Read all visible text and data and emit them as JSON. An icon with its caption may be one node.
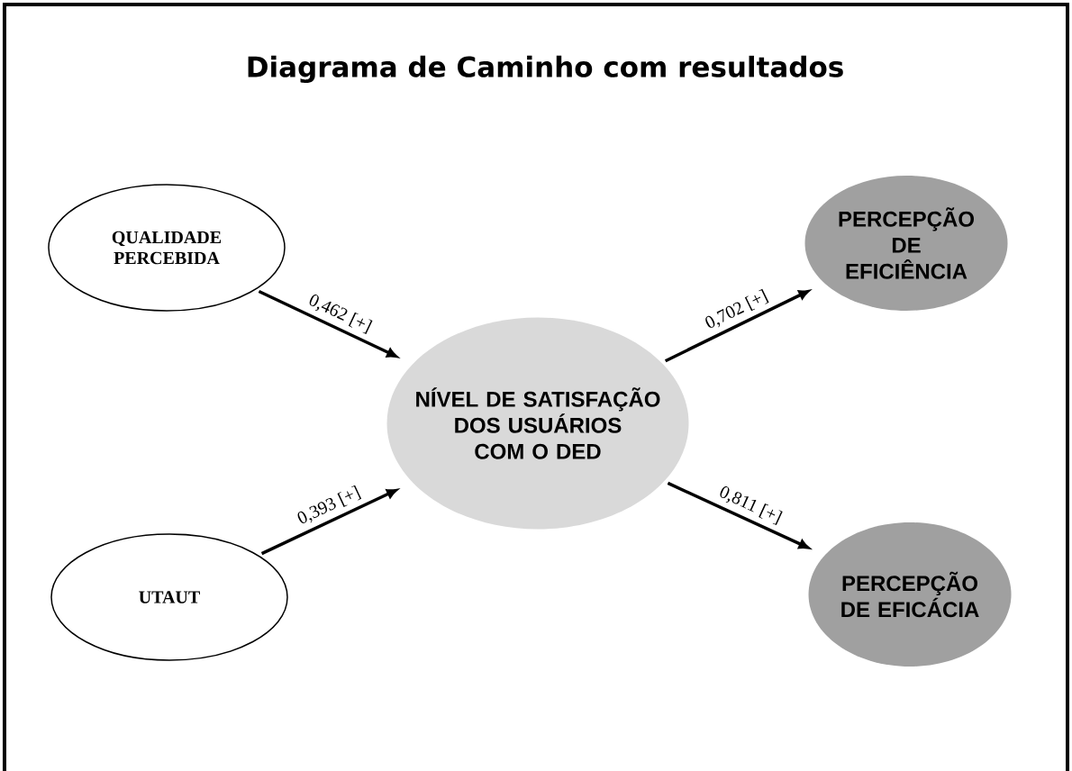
{
  "diagram": {
    "title": "Diagrama de Caminho com resultados",
    "nodes": [
      {
        "text": [
          "QUALIDADE PERCEBIDA"
        ]
      },
      {
        "text": [
          "NÍVEL DE SATISFAÇÃO DOS USUÁRIOS COM O DED"
        ]
      },
      {
        "text": [
          "UTAUT"
        ]
      },
      {
        "text": [
          "PERCEPÇÃO DE EFICIÊNCIA"
        ]
      },
      {
        "text": [
          "PERCEPÇÃO DE EFICÁCIA"
        ]
      }
    ],
    "edges": [
      {
        "from": 0,
        "to": 1,
        "arrow": "to",
        "label": "0,462 [+]"
      },
      {
        "from": 2,
        "to": 1,
        "arrow": "to",
        "label": "0,393 [+]"
      },
      {
        "from": 1,
        "to": 3,
        "arrow": "to",
        "label": "0,702 [+]"
      },
      {
        "from": 1,
        "to": 4,
        "arrow": "to",
        "label": "0,811 [+]"
      }
    ]
  }
}
